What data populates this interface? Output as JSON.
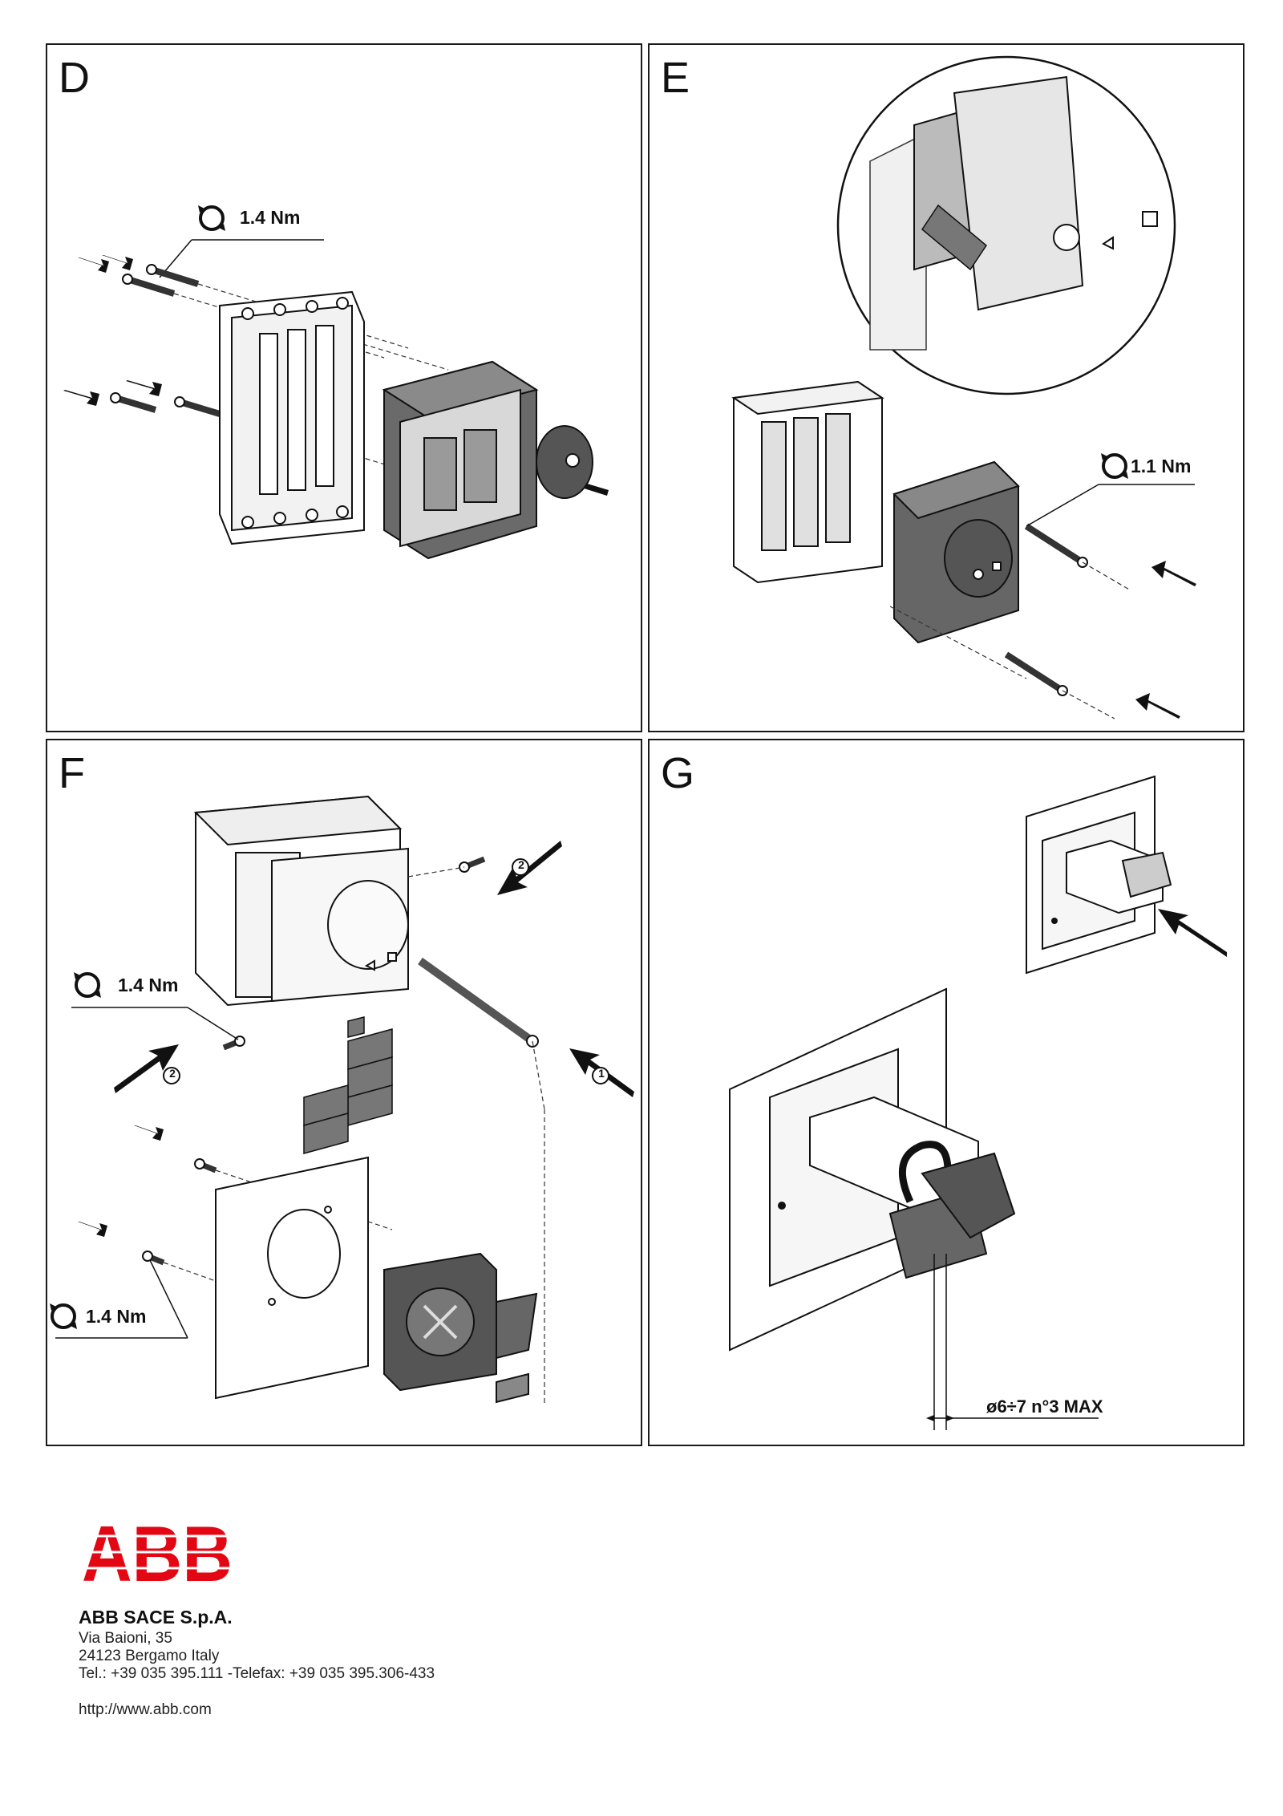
{
  "panels": {
    "D": {
      "letter": "D",
      "torque": "1.4 Nm"
    },
    "E": {
      "letter": "E",
      "torque": "1.1 Nm"
    },
    "F": {
      "letter": "F",
      "torque_top": "1.4 Nm",
      "torque_bottom": "1.4 Nm",
      "step1": "1",
      "step2": "2"
    },
    "G": {
      "letter": "G",
      "padlock_note": "ø6÷7 n°3 MAX"
    }
  },
  "footer": {
    "logo_text": "ABB",
    "company": "ABB SACE S.p.A.",
    "address_line1": "Via Baioni, 35",
    "address_line2": "24123 Bergamo Italy",
    "contact": "Tel.: +39 035 395.111 -Telefax: +39 035 395.306-433",
    "website": "http://www.abb.com"
  },
  "colors": {
    "brand_red": "#e30613",
    "frame": "#1a1a1a",
    "part_gray": "#555555"
  },
  "icons": [
    "torque-rotation-icon",
    "push-arrow-icon",
    "screw-icon",
    "step-number-icon"
  ]
}
